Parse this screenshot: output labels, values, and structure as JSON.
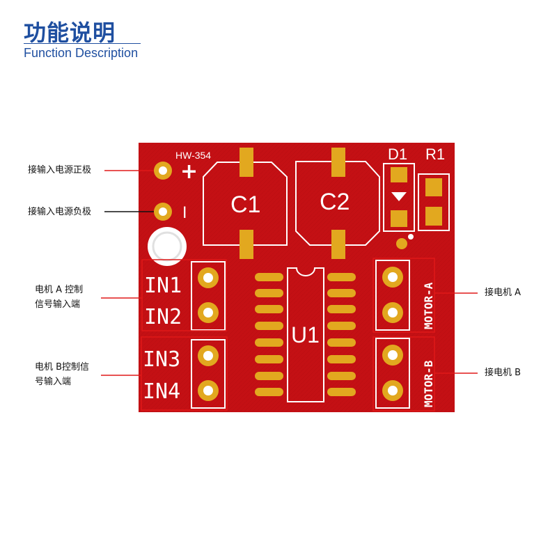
{
  "header": {
    "title_zh": "功能说明",
    "title_en": "Function Description"
  },
  "board": {
    "model": "HW-354",
    "plus": "+",
    "minus": "I",
    "c1": "C1",
    "c2": "C2",
    "d1": "D1",
    "r1": "R1",
    "u1": "U1",
    "in1": "IN1",
    "in2": "IN2",
    "in3": "IN3",
    "in4": "IN4",
    "motor_a": "MOTOR-A",
    "motor_b": "MOTOR-B"
  },
  "annotations": {
    "power_pos": "接输入电源正极",
    "power_neg": "接输入电源负极",
    "motor_a_ctrl_1": "电机 A 控制",
    "motor_a_ctrl_2": "信号输入端",
    "motor_b_ctrl_1": "电机 B控制信",
    "motor_b_ctrl_2": "号输入端",
    "motor_a_out": "接电机 A",
    "motor_b_out": "接电机 B"
  },
  "colors": {
    "board": "#c41014",
    "copper": "#e2a81f",
    "silk": "#ffffff",
    "title": "#1f4fa0",
    "callout": "#e01818"
  }
}
